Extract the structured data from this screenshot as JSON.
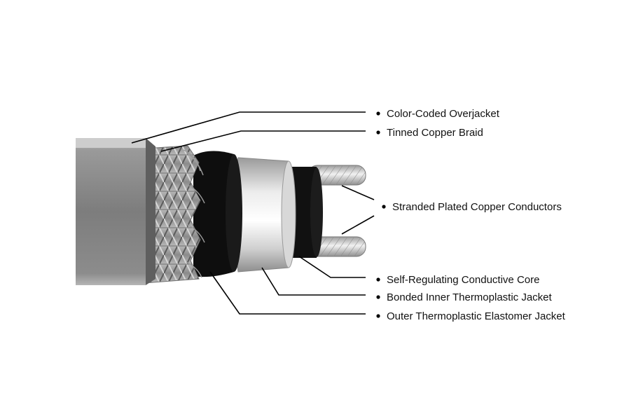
{
  "diagram": {
    "labels": {
      "overjacket": "Color-Coded Overjacket",
      "braid": "Tinned Copper Braid",
      "conductors": "Stranded Plated Copper Conductors",
      "core": "Self-Regulating Conductive Core",
      "inner_jacket": "Bonded Inner Thermoplastic Jacket",
      "outer_jacket": "Outer Thermoplastic Elastomer Jacket"
    },
    "colors": {
      "overjacket": "#8a8a8a",
      "braid": "#a9a9a9",
      "outer_jacket": "#0e0e0e",
      "inner_jacket": "#d4d4d4",
      "core": "#111111",
      "conductor": "#d0d0d0"
    }
  }
}
